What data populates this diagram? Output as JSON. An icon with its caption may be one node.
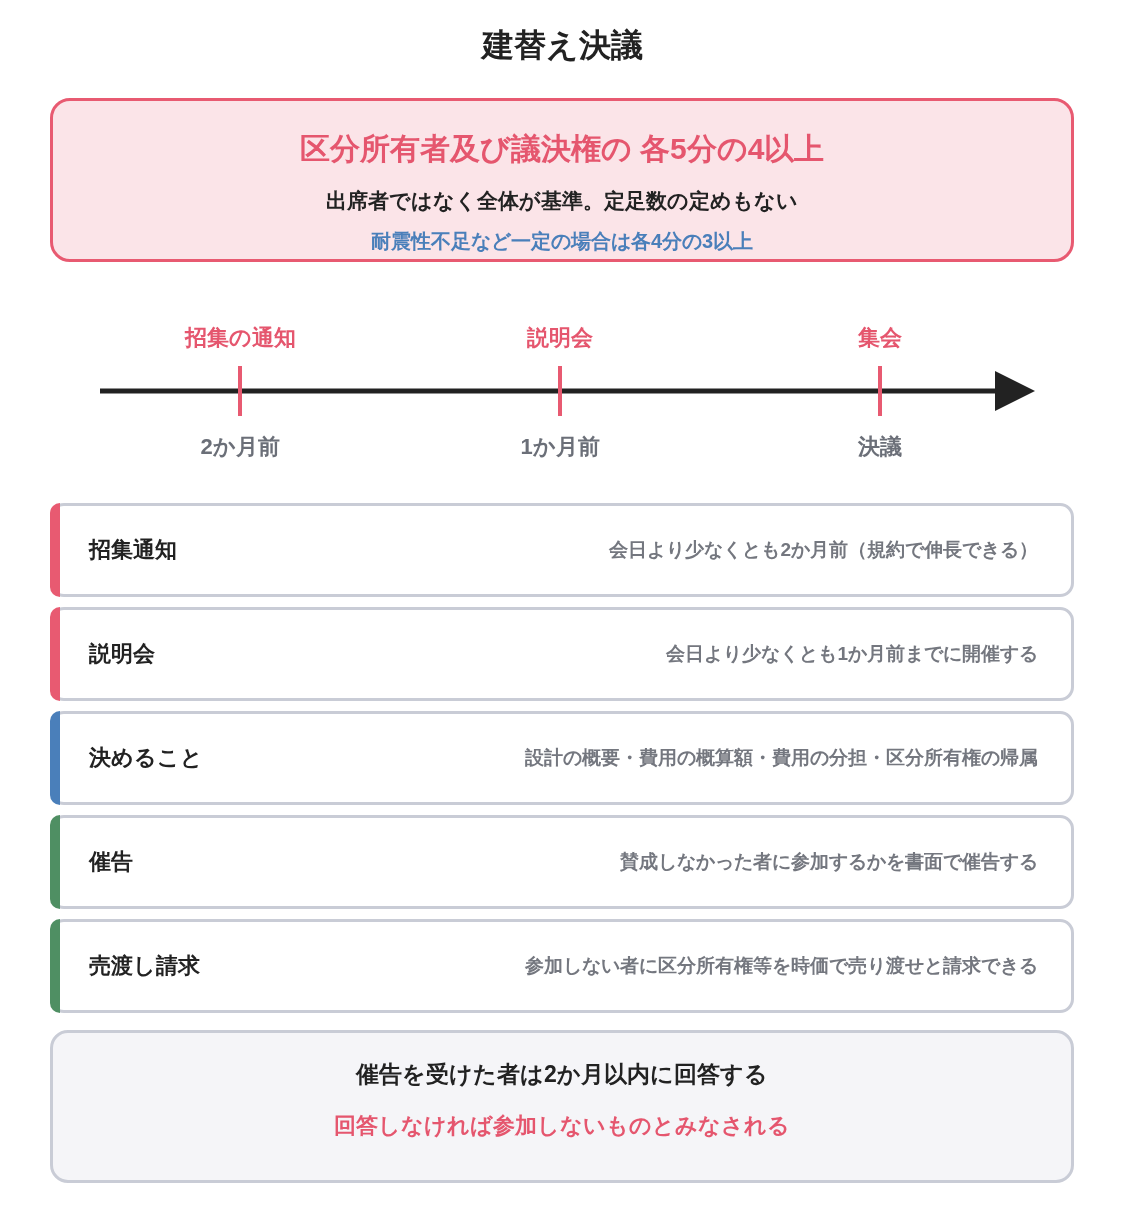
{
  "diagram": {
    "title": "建替え決議",
    "nodes": [
      {
        "text": [
          "区分所有者及び議決権の 各5分の4以上",
          "出席者ではなく全体が基準。定足数の定めもない",
          "耐震性不足など一定の場合は各4分の3以上"
        ]
      },
      {
        "text": [
          "招集通知",
          "会日より少なくとも2か月前（規約で伸長できる）"
        ]
      },
      {
        "text": [
          "説明会",
          "会日より少なくとも1か月前までに開催する"
        ]
      },
      {
        "text": [
          "決めること",
          "設計の概要・費用の概算額・費用の分担・区分所有権の帰属"
        ]
      },
      {
        "text": [
          "催告",
          "賛成しなかった者に参加するかを書面で催告する"
        ]
      },
      {
        "text": [
          "売渡し請求",
          "参加しない者に区分所有権等を時価で売り渡せと請求できる"
        ]
      },
      {
        "text": [
          "催告を受けた者は2か月以内に回答する",
          "回答しなければ参加しないものとみなされる"
        ]
      }
    ],
    "labels": [
      "招集の通知",
      "説明会",
      "集会",
      "2か月前",
      "1か月前",
      "決議"
    ]
  }
}
